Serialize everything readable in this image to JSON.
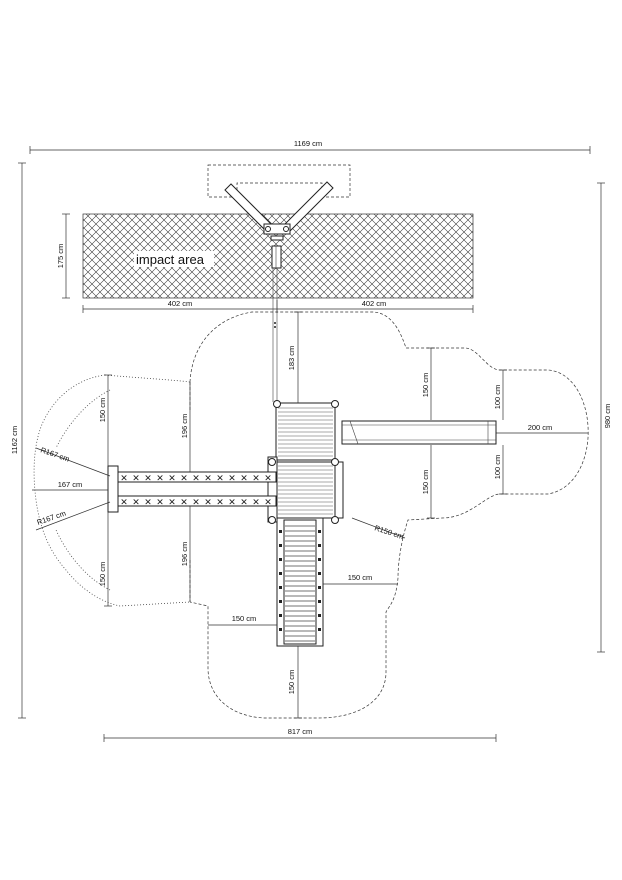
{
  "labels": {
    "impact_area": "impact area",
    "width_total": "1169 cm",
    "height_total": "1162 cm",
    "height_right": "980 cm",
    "width_bottom": "817 cm",
    "hatch_height": "175 cm",
    "hatch_left": "402 cm",
    "hatch_right": "402 cm",
    "swing_to_deck": "183 cm",
    "right_upper": "150 cm",
    "slide_upper": "100 cm",
    "slide_len": "200 cm",
    "slide_lower": "100 cm",
    "right_lower": "150 cm",
    "r150": "R150 cm",
    "ladder_side": "150 cm",
    "ladder_bottom": "150 cm",
    "left_150": "150 cm",
    "left_upper_150": "150 cm",
    "upper_196": "196 cm",
    "lower_196": "196 cm",
    "lower_left_150": "150 cm",
    "r167_top": "R167 cm",
    "dim_167": "167 cm",
    "r167_bottom": "R167 cm"
  }
}
